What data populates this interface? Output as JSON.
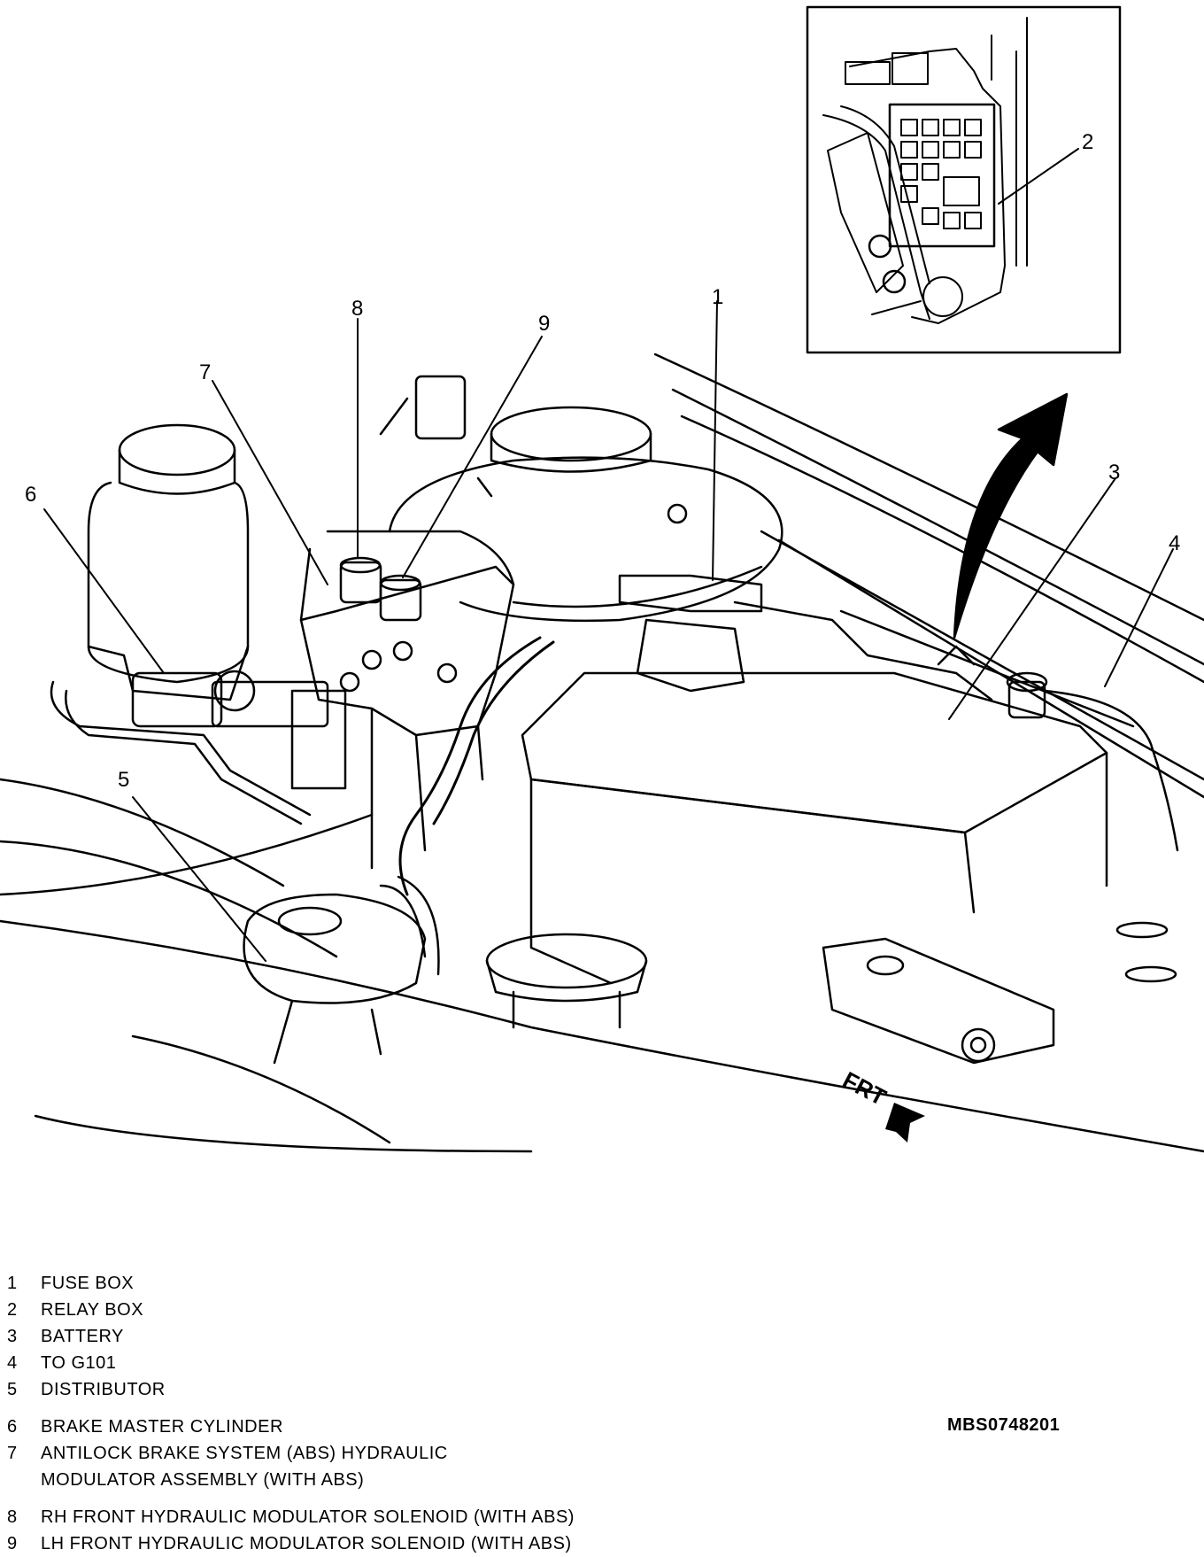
{
  "callouts": [
    "1",
    "2",
    "3",
    "4",
    "5",
    "6",
    "7",
    "8",
    "9"
  ],
  "frt_label": "FRT",
  "legend": [
    {
      "num": "1",
      "text": "FUSE BOX"
    },
    {
      "num": "2",
      "text": "RELAY BOX"
    },
    {
      "num": "3",
      "text": "BATTERY"
    },
    {
      "num": "4",
      "text": "TO G101"
    },
    {
      "num": "5",
      "text": "DISTRIBUTOR"
    },
    {
      "num": "6",
      "text": "BRAKE MASTER CYLINDER"
    },
    {
      "num": "7",
      "text": "ANTILOCK BRAKE SYSTEM (ABS) HYDRAULIC\nMODULATOR ASSEMBLY (WITH ABS)"
    },
    {
      "num": "8",
      "text": "RH FRONT HYDRAULIC MODULATOR SOLENOID (WITH ABS)"
    },
    {
      "num": "9",
      "text": "LH FRONT HYDRAULIC MODULATOR SOLENOID (WITH ABS)"
    }
  ],
  "figure_code": "MBS0748201"
}
